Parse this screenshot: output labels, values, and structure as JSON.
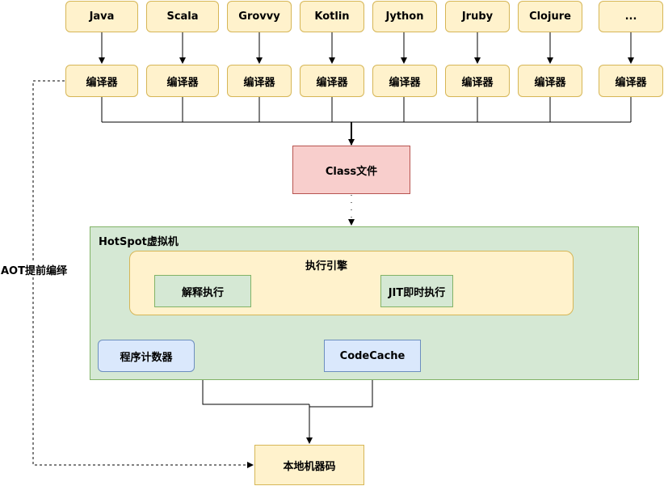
{
  "languages": [
    "Java",
    "Scala",
    "Grovvy",
    "Kotlin",
    "Jython",
    "Jruby",
    "Clojure",
    "..."
  ],
  "compiler_label": "编译器",
  "class_file": "Class文件",
  "hotspot": {
    "title": "HotSpot虚拟机",
    "engine": {
      "title": "执行引擎",
      "interpreter": "解释执行",
      "jit": "JIT即时执行"
    },
    "pc_register": "程序计数器",
    "code_cache": "CodeCache"
  },
  "aot_label": "AOT提前编绎",
  "native_code": "本地机器码",
  "colors": {
    "yellow_fill": "#fff2cc",
    "yellow_stroke": "#d6b656",
    "red_fill": "#f8cecc",
    "red_stroke": "#b85450",
    "green_fill": "#d5e8d4",
    "green_stroke": "#82b366",
    "blue_fill": "#dae8fc",
    "blue_stroke": "#6c8ebf"
  }
}
